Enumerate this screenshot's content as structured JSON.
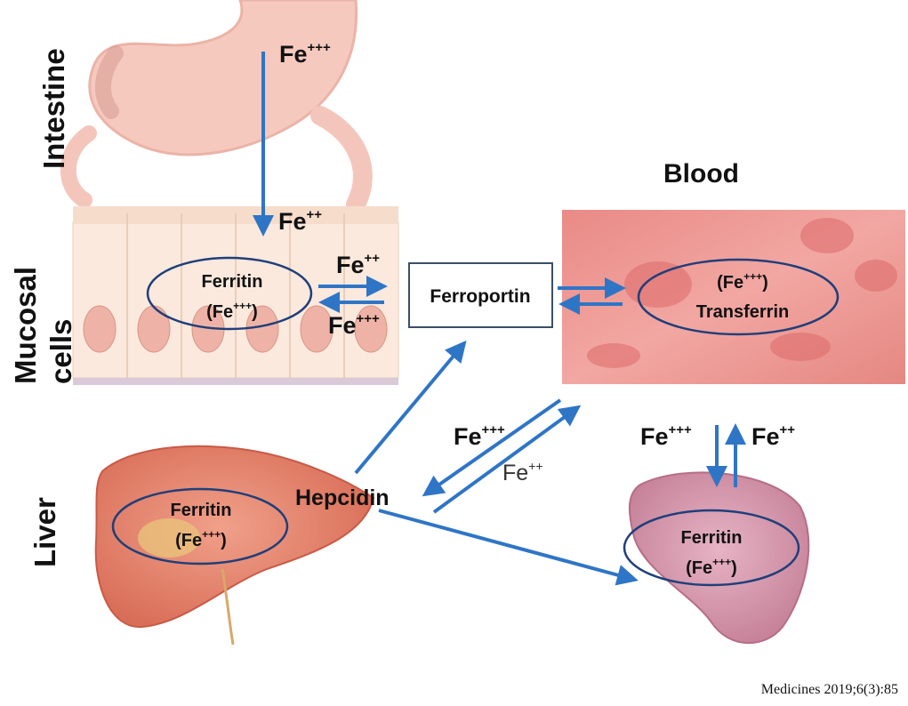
{
  "regions": {
    "intestine": "Intestine",
    "mucosal_line1": "Mucosal",
    "mucosal_line2": "cells",
    "liver": "Liver",
    "blood": "Blood"
  },
  "ions": {
    "fe3_base": "Fe",
    "fe3_sup": "+++",
    "fe2_base": "Fe",
    "fe2_sup": "++"
  },
  "mucosal_ferritin": {
    "line1": "Ferritin",
    "line2_open": "(Fe",
    "line2_sup": "+++",
    "line2_close": ")"
  },
  "ferroportin": "Ferroportin",
  "transferrin": {
    "line1_open": "(Fe",
    "line1_sup": "+++",
    "line1_close": ")",
    "line2": "Transferrin"
  },
  "hepcidin": "Hepcidin",
  "liver_ferritin": {
    "line1": "Ferritin",
    "line2_open": "(Fe",
    "line2_sup": "+++",
    "line2_close": ")"
  },
  "spleen_ferritin": {
    "line1": "Ferritin",
    "line2_open": "(Fe",
    "line2_sup": "+++",
    "line2_close": ")"
  },
  "citation": "Medicines 2019;6(3):85",
  "colors": {
    "arrow": "#2f75c6",
    "ellipse": "#1f3f7a",
    "box": "#3a4f66"
  }
}
